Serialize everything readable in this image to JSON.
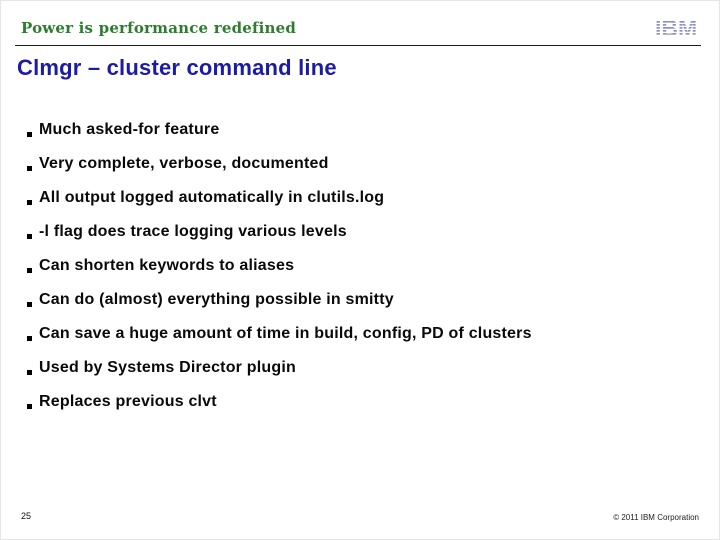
{
  "header": {
    "tagline": "Power is performance redefined",
    "logo_text": "IBM",
    "tagline_color": "#2e7d2e",
    "logo_color": "#8f8fc8"
  },
  "slide": {
    "title": "Clmgr – cluster command line",
    "title_color": "#1b1ba6",
    "bullets": [
      "Much asked-for feature",
      "Very complete, verbose, documented",
      "All output logged automatically in clutils.log",
      "-l flag does trace logging various levels",
      "Can shorten keywords to aliases",
      "Can do (almost) everything possible in smitty",
      "Can save a huge amount of time in build, config, PD of clusters",
      "Used by Systems Director plugin",
      "Replaces previous clvt"
    ]
  },
  "footer": {
    "page_number": "25",
    "copyright": "© 2011 IBM Corporation"
  }
}
